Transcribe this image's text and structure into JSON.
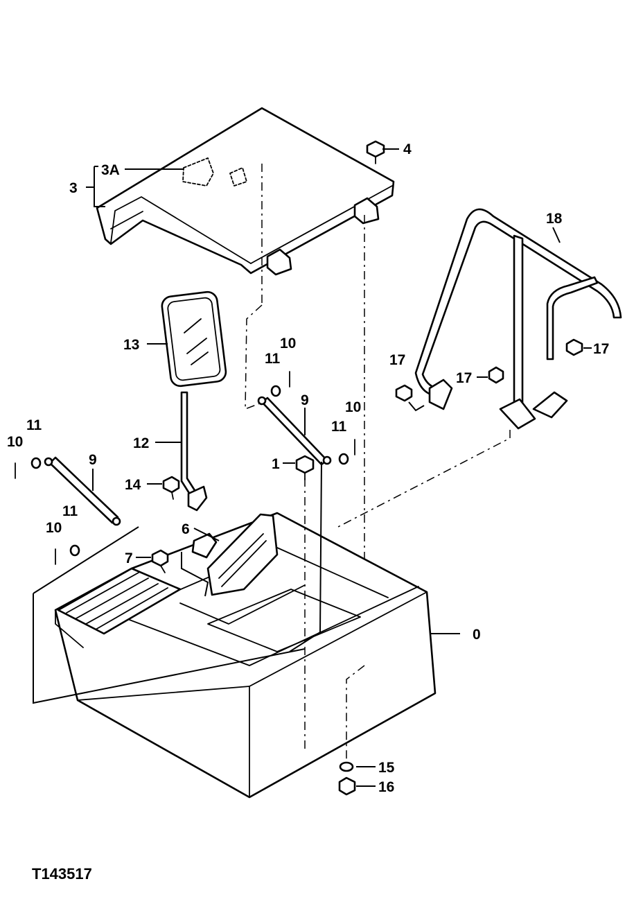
{
  "figure_id": "T143517",
  "callouts": {
    "c0": "0",
    "c1": "1",
    "c3": "3",
    "c3a": "3A",
    "c4": "4",
    "c6": "6",
    "c7": "7",
    "c9a": "9",
    "c9b": "9",
    "c10a": "10",
    "c10b": "10",
    "c10c": "10",
    "c10d": "10",
    "c11a": "11",
    "c11b": "11",
    "c11c": "11",
    "c11d": "11",
    "c12": "12",
    "c13": "13",
    "c14": "14",
    "c15": "15",
    "c16": "16",
    "c17a": "17",
    "c17b": "17",
    "c17c": "17",
    "c18": "18"
  }
}
